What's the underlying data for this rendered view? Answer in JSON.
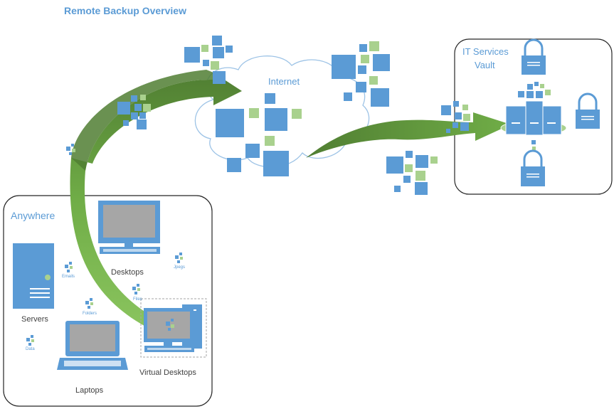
{
  "title": "Remote Backup Overview",
  "internet": {
    "label": "Internet"
  },
  "vault": {
    "line1": "IT Services",
    "line2": "Vault"
  },
  "anywhere": {
    "label": "Anywhere",
    "servers": "Servers",
    "desktops": "Desktops",
    "laptops": "Laptops",
    "virtual_desktops": "Virtual Desktops",
    "emails": "Emails",
    "jpegs": "Jpegs",
    "files": "Files",
    "folders": "Folders",
    "data": "Data"
  },
  "colors": {
    "blue": "#5b9bd5",
    "green": "#a9d18e",
    "arrow_green": "#70ad47",
    "arrow_dark": "#507e32",
    "label_blue": "#5b9bd5",
    "dark_text": "#404040",
    "screen_gray": "#a6a6a6"
  }
}
